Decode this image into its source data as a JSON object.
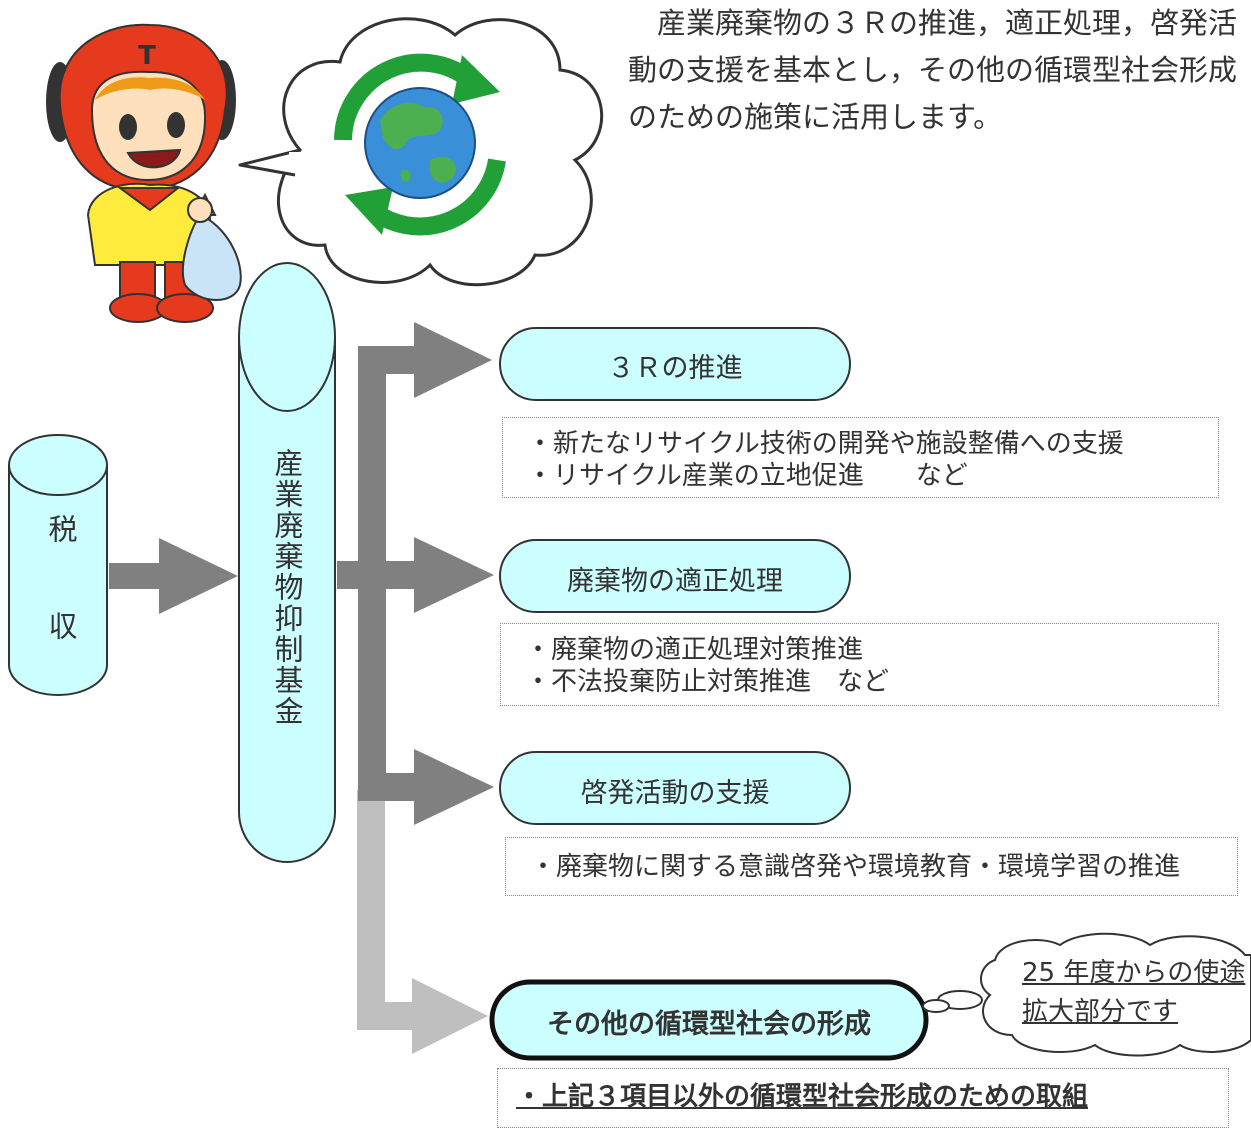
{
  "intro": {
    "text": "産業廃棄物の３Ｒの推進，適正処理，啓発活動の支援を基本とし，その他の循環型社会形成のための施策に活用します。"
  },
  "tax": {
    "char1": "税",
    "char2": "収"
  },
  "fund": {
    "label": "産業廃棄物抑制基金"
  },
  "uses": [
    {
      "title": "３Ｒの推進",
      "details": [
        "・新たなリサイクル技術の開発や施設整備への支援",
        "・リサイクル産業の立地促進　　など"
      ]
    },
    {
      "title": "廃棄物の適正処理",
      "details": [
        "・廃棄物の適正処理対策推進",
        "・不法投棄防止対策推進　など"
      ]
    },
    {
      "title": "啓発活動の支援",
      "details": [
        "・廃棄物に関する意識啓発や環境教育・環境学習の推進"
      ]
    },
    {
      "title": "その他の循環型社会の形成",
      "details": [
        "・上記３項目以外の循環型社会形成のための取組"
      ]
    }
  ],
  "note": {
    "text": "25 年度からの使途拡大部分です"
  },
  "colors": {
    "cyan_fill": "#ccffff",
    "arrow_dark": "#808080",
    "arrow_light": "#bfbfbf",
    "outline": "#333333"
  },
  "icons": {
    "mascot": "mascot-illustration-icon",
    "globe": "recycling-globe-icon"
  }
}
